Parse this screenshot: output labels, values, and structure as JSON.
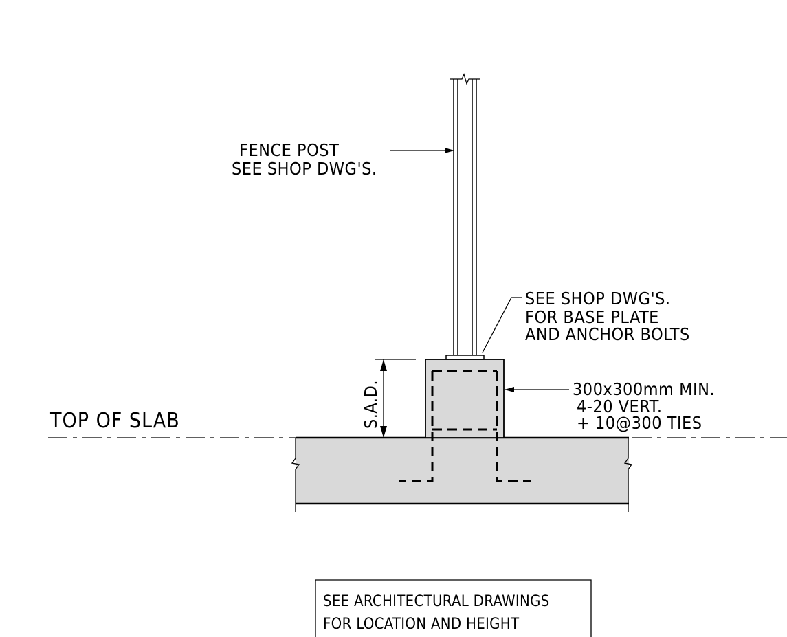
{
  "colors": {
    "line": "#000000",
    "concrete_fill": "#d9d9d9",
    "background": "#ffffff"
  },
  "labels": {
    "fence_post": [
      "FENCE POST",
      "SEE SHOP DWG'S."
    ],
    "base_plate": [
      "SEE SHOP DWG'S.",
      "FOR BASE PLATE",
      "AND ANCHOR BOLTS"
    ],
    "pier": [
      "300x300mm MIN.",
      "4-20 VERT.",
      "+ 10@300 TIES"
    ],
    "top_of_slab": "TOP OF SLAB",
    "sad": "S.A.D."
  },
  "note_box": {
    "lines": [
      "SEE ARCHITECTURAL DRAWINGS",
      "FOR LOCATION AND HEIGHT"
    ]
  }
}
